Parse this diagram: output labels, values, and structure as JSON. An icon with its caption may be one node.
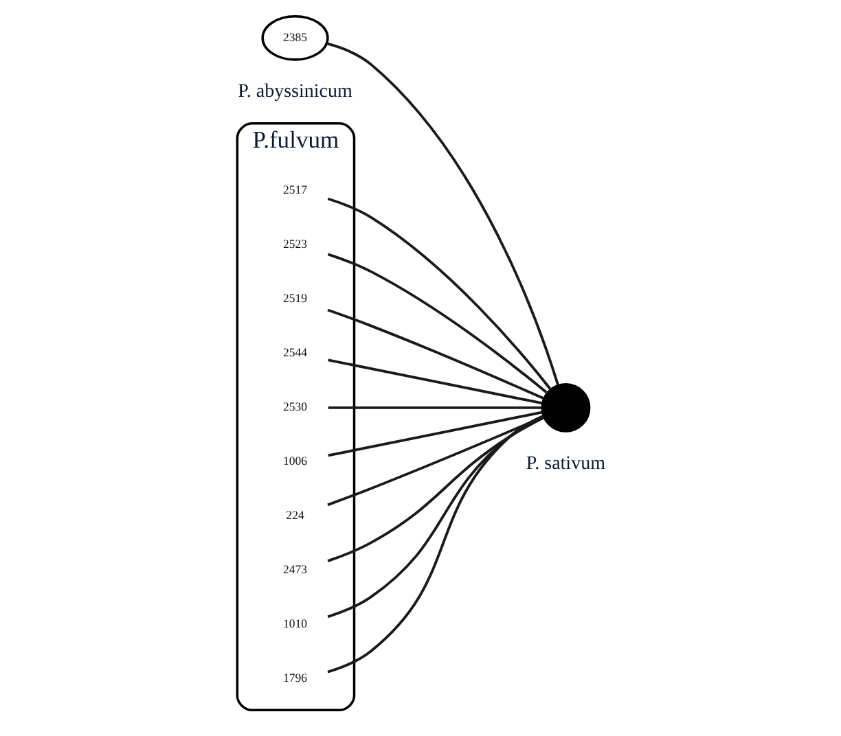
{
  "diagram": {
    "nodes": [
      {
        "text": [
          "P.fulvum"
        ]
      },
      {
        "text": [
          "2517"
        ],
        "in": 0
      },
      {
        "text": [
          "2523"
        ],
        "in": 0
      },
      {
        "text": [
          "2519"
        ],
        "in": 0
      },
      {
        "text": [
          "2544"
        ],
        "in": 0
      },
      {
        "text": [
          "2530"
        ],
        "in": 0
      },
      {
        "text": [
          "1006"
        ],
        "in": 0
      },
      {
        "text": [
          "224"
        ],
        "in": 0
      },
      {
        "text": [
          "2473"
        ],
        "in": 0
      },
      {
        "text": [
          "1010"
        ],
        "in": 0
      },
      {
        "text": [
          "1796"
        ],
        "in": 0
      },
      {
        "text": [
          "2385"
        ],
        "beside": [
          "P. abyssinicum"
        ]
      },
      {
        "text": [],
        "shape": "circle",
        "beside": [
          "P. sativum"
        ]
      }
    ],
    "edges": [
      {
        "from": 1,
        "to": 12,
        "arrow": "none"
      },
      {
        "from": 2,
        "to": 12,
        "arrow": "none"
      },
      {
        "from": 3,
        "to": 12,
        "arrow": "none"
      },
      {
        "from": 4,
        "to": 12,
        "arrow": "none"
      },
      {
        "from": 5,
        "to": 12,
        "arrow": "none"
      },
      {
        "from": 6,
        "to": 12,
        "arrow": "none"
      },
      {
        "from": 7,
        "to": 12,
        "arrow": "none"
      },
      {
        "from": 8,
        "to": 12,
        "arrow": "none"
      },
      {
        "from": 9,
        "to": 12,
        "arrow": "none"
      },
      {
        "from": 10,
        "to": 12,
        "arrow": "none"
      },
      {
        "from": 11,
        "to": 12,
        "arrow": "none"
      }
    ]
  }
}
